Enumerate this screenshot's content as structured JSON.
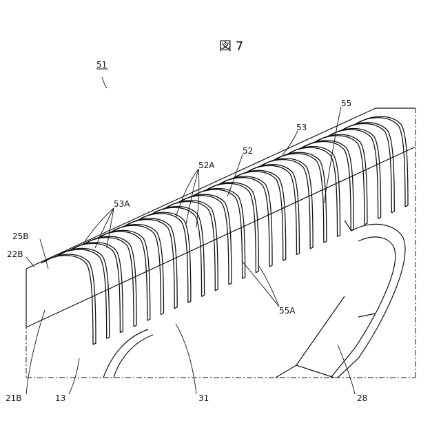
{
  "figure": {
    "title": "図 7"
  },
  "labels": {
    "assembly": "51",
    "r55": "55",
    "r53": "53",
    "r52": "52",
    "r52A": "52A",
    "r53A": "53A",
    "r25B": "25B",
    "r22B": "22B",
    "r55A": "55A",
    "r21B": "21B",
    "r13": "13",
    "r31": "31",
    "r28": "28"
  },
  "style": {
    "line_color": "#111111",
    "background": "#ffffff"
  }
}
